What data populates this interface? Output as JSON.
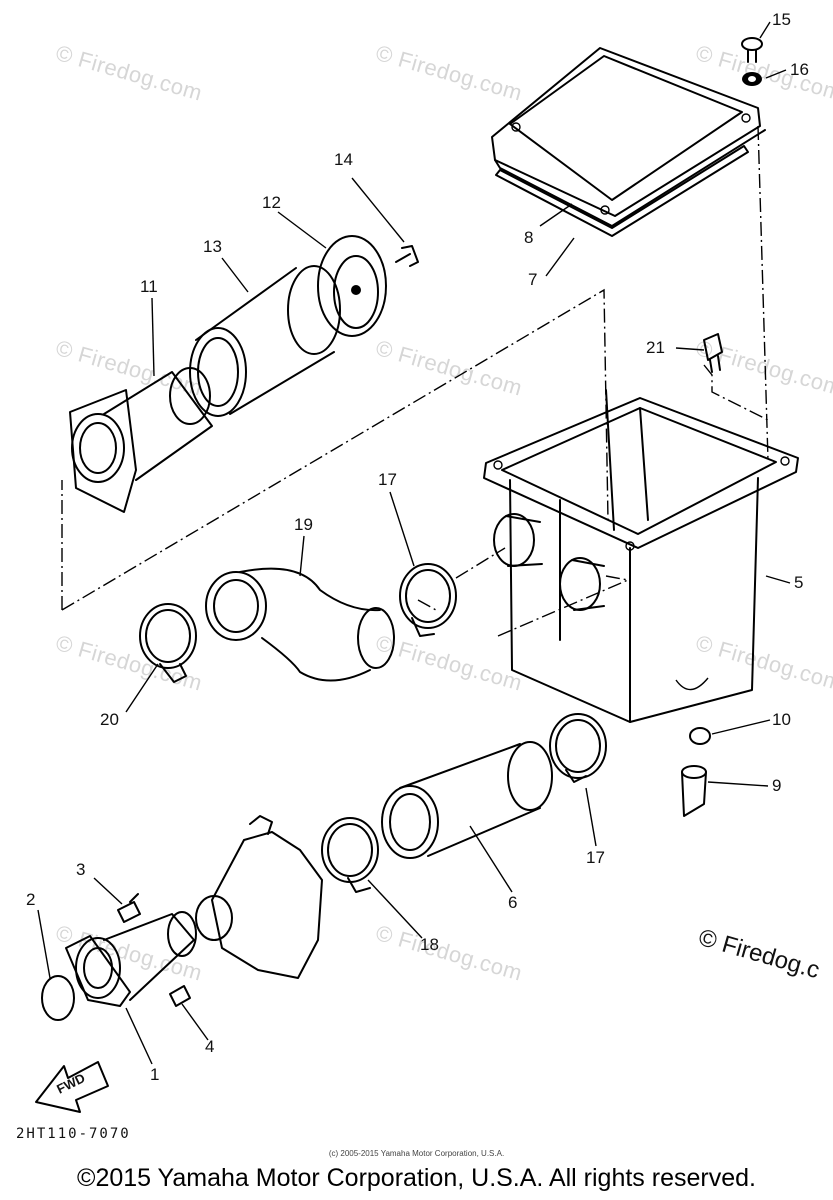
{
  "watermark": {
    "text": "© Firedog.com"
  },
  "diagram_code": "2HT110-7070",
  "fwd_label": "FWD",
  "small_copyright": "(c) 2005-2015 Yamaha Motor Corporation, U.S.A.",
  "bottom_copyright": "©2015 Yamaha Motor Corporation, U.S.A. All rights reserved.",
  "right_copyright": "© Firedog.c",
  "part_labels": {
    "p1": "1",
    "p2": "2",
    "p3": "3",
    "p4": "4",
    "p5": "5",
    "p6": "6",
    "p7": "7",
    "p8": "8",
    "p9": "9",
    "p10": "10",
    "p11": "11",
    "p12": "12",
    "p13": "13",
    "p14": "14",
    "p15": "15",
    "p16": "16",
    "p17a": "17",
    "p17b": "17",
    "p18": "18",
    "p19": "19",
    "p20": "20",
    "p21": "21"
  }
}
